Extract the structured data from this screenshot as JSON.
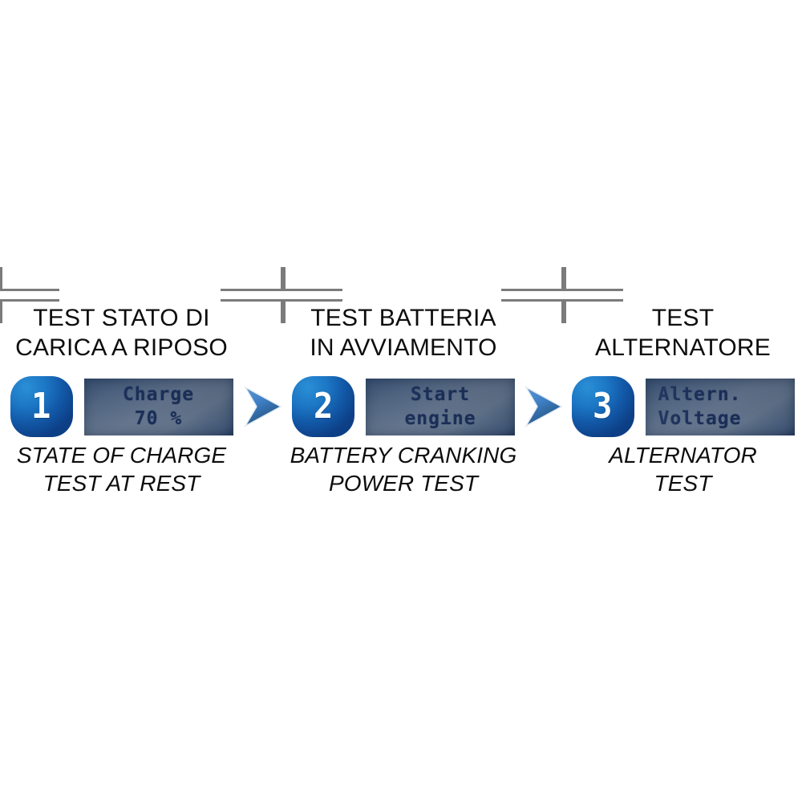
{
  "diagram": {
    "name": "battery-tester-three-step-test-sequence",
    "background_color": "#ffffff",
    "bracket_color": "#7b7b7b",
    "badge_blue": "#1c76c4",
    "badge_blue_dark": "#0d3f86",
    "arrow_blue": "#3f80c6",
    "arrow_blue_dark": "#2a5f96",
    "lcd_background": "#63748c",
    "lcd_text_color": "#1b2f59",
    "steps": [
      {
        "number": "1",
        "title_it": "TEST STATO DI\nCARICA A RIPOSO",
        "title_en": "STATE OF CHARGE\nTEST AT REST",
        "lcd_text": "Charge\n70 %"
      },
      {
        "number": "2",
        "title_it": "TEST BATTERIA\nIN AVVIAMENTO",
        "title_en": "BATTERY CRANKING\nPOWER TEST",
        "lcd_text": "Start\nengine"
      },
      {
        "number": "3",
        "title_it": "TEST\nALTERNATORE",
        "title_en": "ALTERNATOR\nTEST",
        "lcd_text": "Altern.\nVoltage"
      }
    ],
    "arrows": [
      {
        "label": "arrow-step1-to-step2"
      },
      {
        "label": "arrow-step2-to-step3"
      }
    ]
  }
}
